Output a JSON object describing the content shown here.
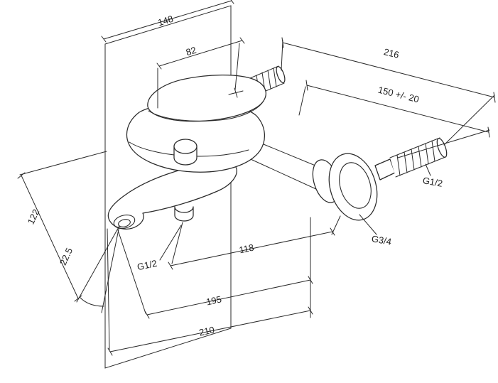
{
  "drawing": {
    "colors": {
      "line": "#2a2a2a",
      "background": "#ffffff"
    },
    "labels": {
      "dim_148": "148",
      "dim_82": "82",
      "dim_216": "216",
      "dim_150": "150 +/- 20",
      "g12_right": "G1/2",
      "g34": "G3/4",
      "dim_122": "122",
      "dim_22_5": "22.5",
      "g12_bottom": "G1/2",
      "dim_118": "118",
      "dim_195": "195",
      "dim_210": "210"
    }
  }
}
